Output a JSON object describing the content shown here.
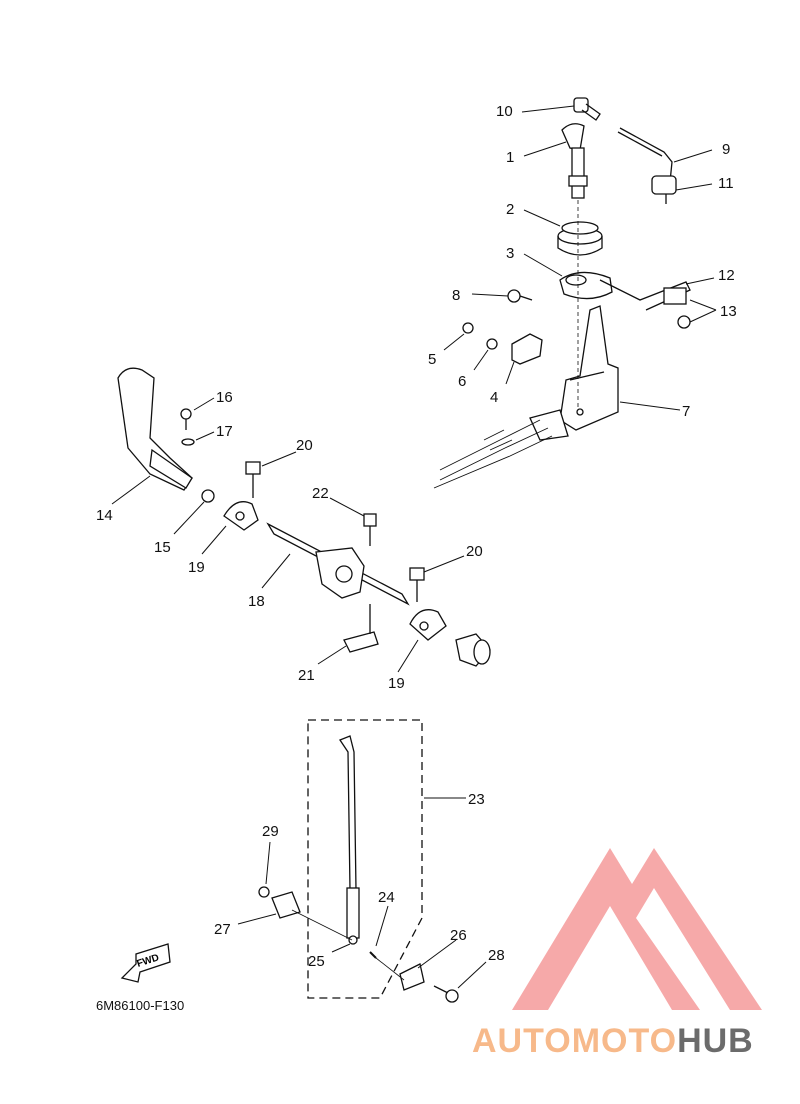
{
  "diagram": {
    "code": "6M86100-F130",
    "fwd_label": "FWD",
    "callouts": [
      "1",
      "2",
      "3",
      "4",
      "5",
      "6",
      "7",
      "8",
      "9",
      "10",
      "11",
      "12",
      "13",
      "14",
      "15",
      "16",
      "17",
      "18",
      "19",
      "19",
      "20",
      "20",
      "21",
      "22",
      "23",
      "24",
      "25",
      "26",
      "27",
      "28",
      "29"
    ]
  },
  "watermark": {
    "part1": "AUTOMOTO",
    "part2": "HUB",
    "color_light": "#f7b98a",
    "color_pink": "#f49a9a",
    "color_dark": "#6b6b6b"
  }
}
